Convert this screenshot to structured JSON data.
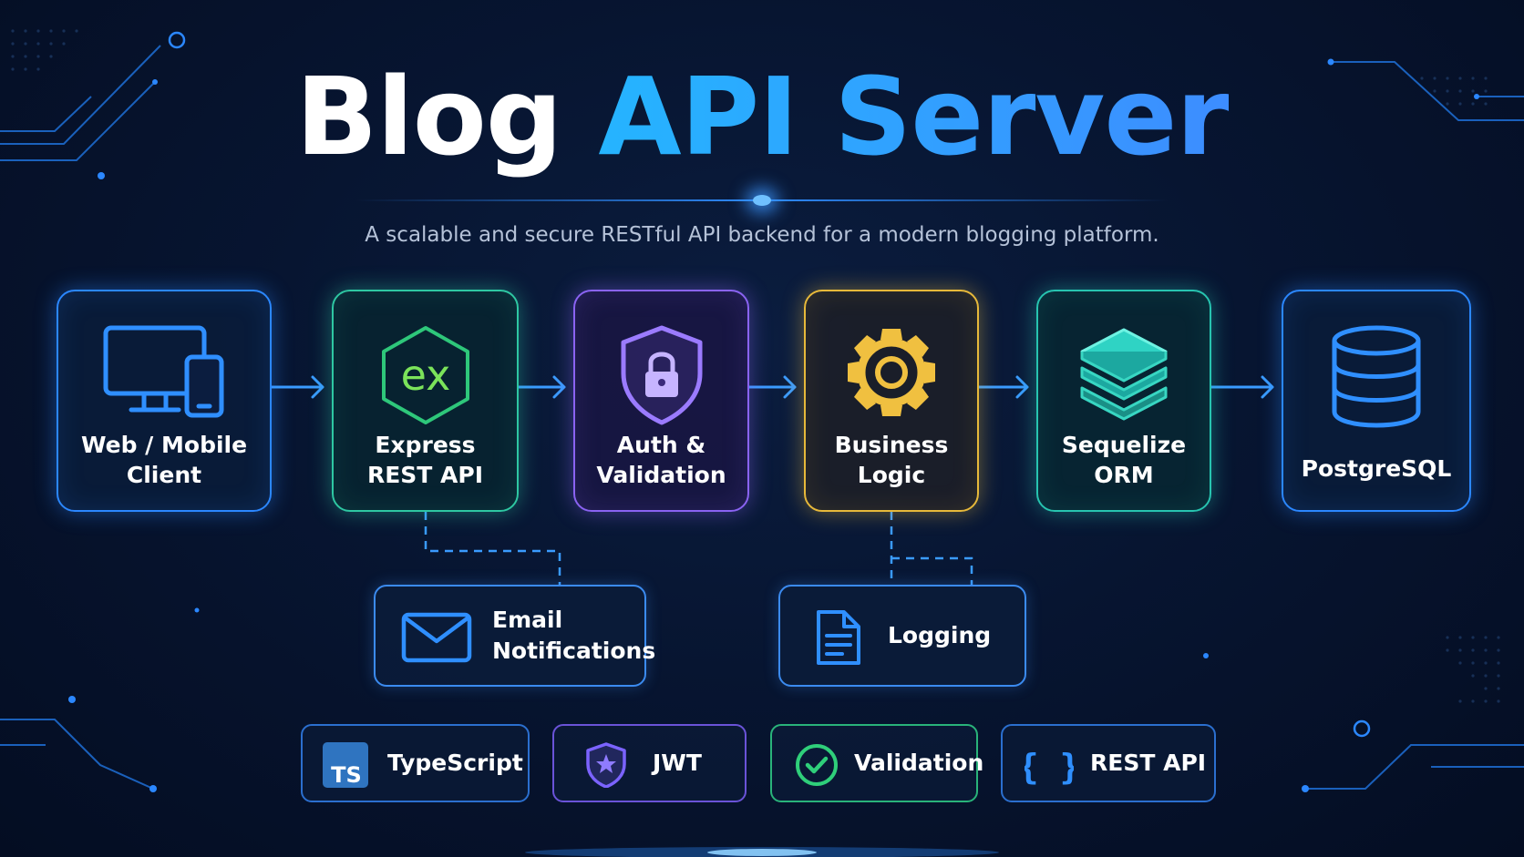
{
  "title": {
    "part1": "Blog",
    "part2": "API Server"
  },
  "subtitle": "A scalable and secure RESTful API backend for a modern blogging platform.",
  "pipeline": [
    {
      "line1": "Web / Mobile",
      "line2": "Client",
      "icon": "devices-icon"
    },
    {
      "line1": "Express",
      "line2": "REST API",
      "icon": "express-hexagon-icon",
      "icon_text": "ex"
    },
    {
      "line1": "Auth &",
      "line2": "Validation",
      "icon": "shield-lock-icon"
    },
    {
      "line1": "Business",
      "line2": "Logic",
      "icon": "gear-icon"
    },
    {
      "line1": "Sequelize",
      "line2": "ORM",
      "icon": "layers-icon"
    },
    {
      "line1": "PostgreSQL",
      "icon": "database-icon"
    }
  ],
  "side_services": [
    {
      "line1": "Email",
      "line2": "Notifications",
      "icon": "envelope-icon"
    },
    {
      "label": "Logging",
      "icon": "document-icon"
    }
  ],
  "tech_badges": [
    {
      "label": "TypeScript",
      "icon": "typescript-icon",
      "icon_text": "TS"
    },
    {
      "label": "JWT",
      "icon": "shield-star-icon"
    },
    {
      "label": "Validation",
      "icon": "check-circle-icon"
    },
    {
      "label": "REST API",
      "icon": "curly-braces-icon",
      "icon_text": "{ }"
    }
  ],
  "colors": {
    "background": "#071531",
    "accent_blue": "#2f9bff",
    "express_green": "#2ec7a2",
    "auth_purple": "#8a63f2",
    "logic_gold": "#e7b93a",
    "orm_teal": "#27c4b0",
    "validation_green": "#29b37a"
  }
}
